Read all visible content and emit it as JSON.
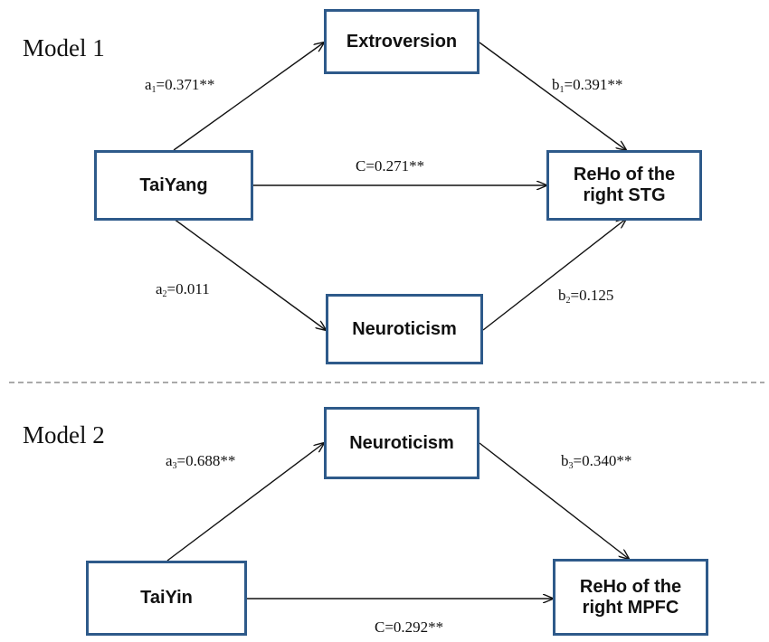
{
  "colors": {
    "box_border": "#2e5a8a",
    "arrow": "#111111",
    "divider": "#555555"
  },
  "model1": {
    "title": "Model 1",
    "nodes": {
      "predictor": "TaiYang",
      "mediator_top": "Extroversion",
      "mediator_bottom": "Neuroticism",
      "outcome": "ReHo of the\nright STG"
    },
    "paths": {
      "a1": {
        "prefix": "a",
        "sub": "1",
        "value": "=0.371**"
      },
      "b1": {
        "prefix": "b",
        "sub": "1",
        "value": "=0.391**"
      },
      "c": "C=0.271**",
      "a2": {
        "prefix": "a",
        "sub": "2",
        "value": "=0.011"
      },
      "b2": {
        "prefix": "b",
        "sub": "2",
        "value": "=0.125"
      }
    }
  },
  "model2": {
    "title": "Model 2",
    "nodes": {
      "predictor": "TaiYin",
      "mediator": "Neuroticism",
      "outcome": "ReHo of the\nright MPFC"
    },
    "paths": {
      "a3": {
        "prefix": "a",
        "sub": "3",
        "value": "=0.688**"
      },
      "b3": {
        "prefix": "b",
        "sub": "3",
        "value": "=0.340**"
      },
      "c": "C=0.292**"
    }
  }
}
